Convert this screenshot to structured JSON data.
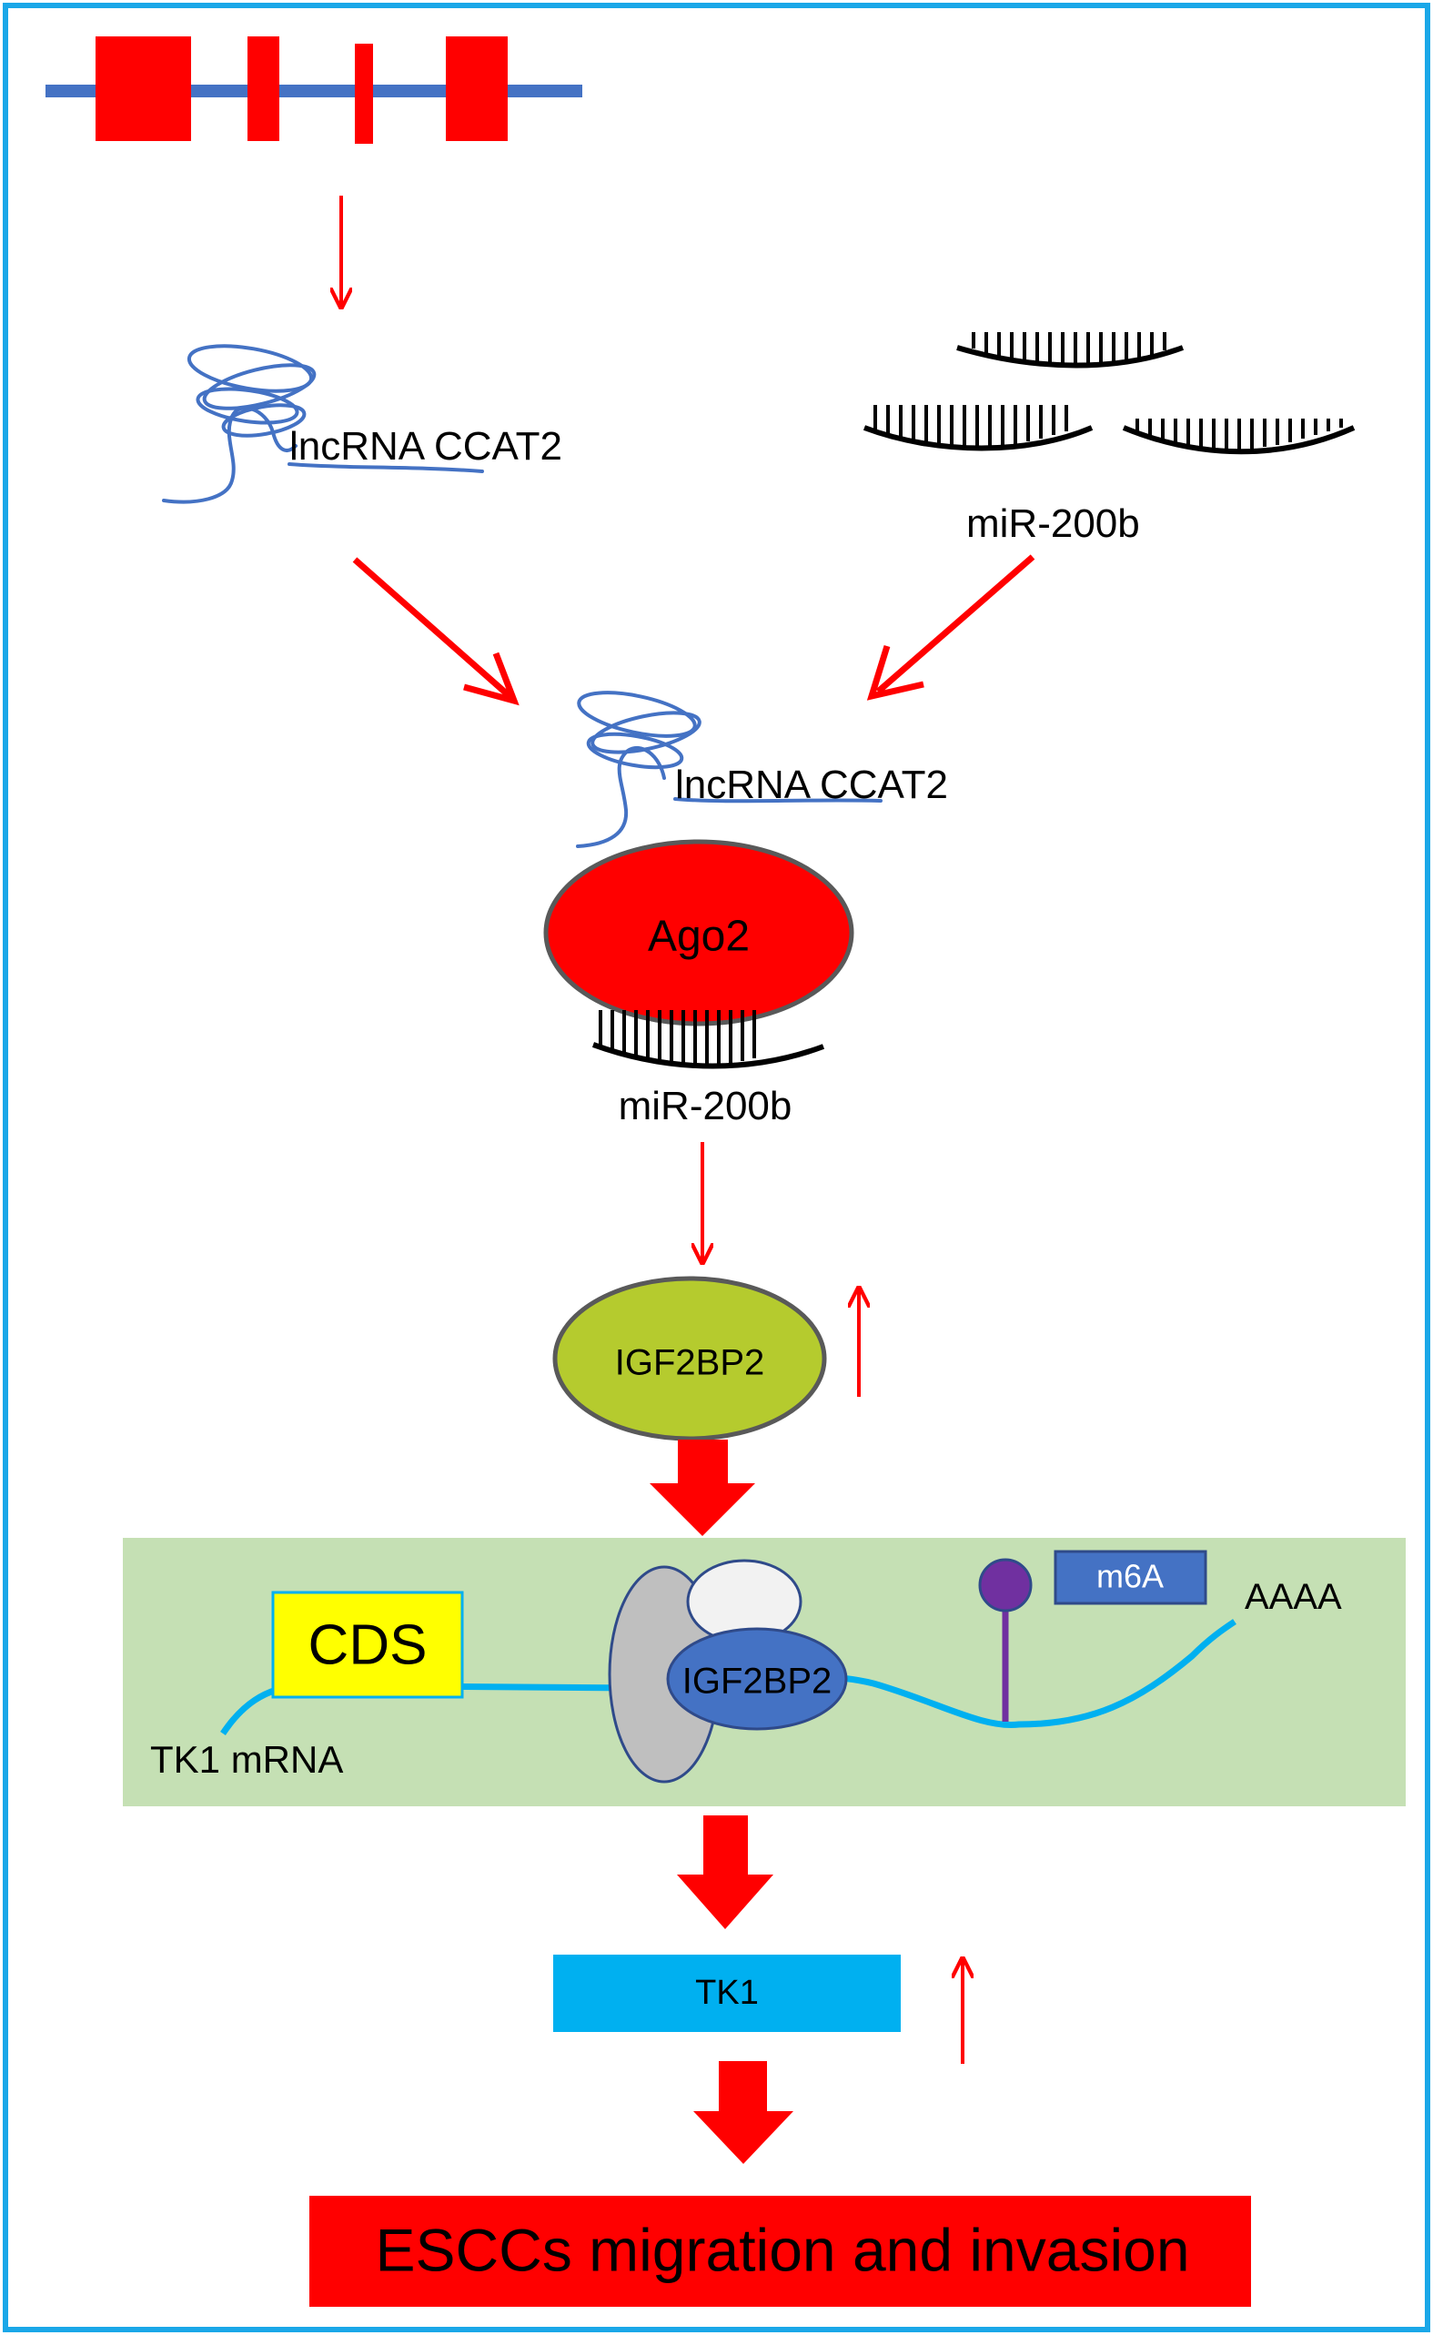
{
  "gene": {
    "lncrna_top": "lncRNA CCAT2",
    "mir_top": "miR-200b"
  },
  "complex": {
    "lncrna": "lncRNA CCAT2",
    "ago2": "Ago2",
    "mir": "miR-200b"
  },
  "igf2bp2": {
    "label": "IGF2BP2"
  },
  "mrna": {
    "cds": "CDS",
    "protein": "IGF2BP2",
    "m6a": "m6A",
    "polya": "AAAA",
    "name": "TK1 mRNA"
  },
  "tk1": {
    "label": "TK1"
  },
  "outcome": {
    "label": "ESCCs migration and invasion"
  },
  "colors": {
    "frame": "#1aa7e8",
    "red": "#ff0000",
    "blue_line": "#4472c4",
    "green_panel": "#c5e0b4",
    "olive": "#b5cb2e",
    "yellow": "#ffff00",
    "cyan": "#00b0f0",
    "purple": "#7030a0"
  }
}
